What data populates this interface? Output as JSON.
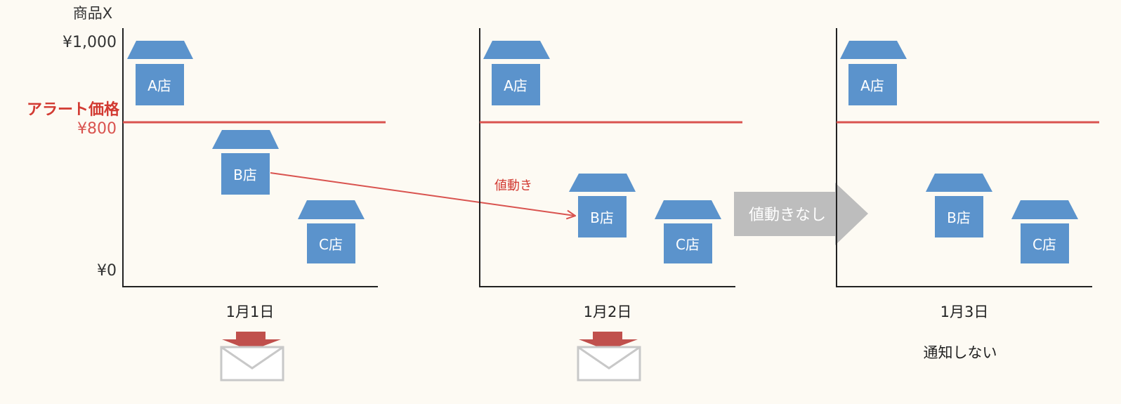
{
  "product_label": "商品X",
  "y_axis": {
    "top_label": "¥1,000",
    "alert_label": "アラート価格",
    "alert_value_label": "¥800",
    "bottom_label": "¥0"
  },
  "panels": [
    {
      "date": "1月1日",
      "notification": "email",
      "stores": [
        {
          "name": "A店"
        },
        {
          "name": "B店"
        },
        {
          "name": "C店"
        }
      ]
    },
    {
      "date": "1月2日",
      "notification": "email",
      "price_change_label": "値動き",
      "stores": [
        {
          "name": "A店"
        },
        {
          "name": "B店"
        },
        {
          "name": "C店"
        }
      ]
    },
    {
      "date": "1月3日",
      "notification": "none",
      "notification_text": "通知しない",
      "stores": [
        {
          "name": "A店"
        },
        {
          "name": "B店"
        },
        {
          "name": "C店"
        }
      ]
    }
  ],
  "no_change_arrow_label": "値動きなし",
  "colors": {
    "house": "#5b93cc",
    "alert_line": "#d9534f",
    "alert_text": "#d23a32",
    "axis": "#222222",
    "arrow_gray": "#bdbdbd",
    "mail_arrow": "#c0504d",
    "mail_outline": "#c8c8c8"
  }
}
